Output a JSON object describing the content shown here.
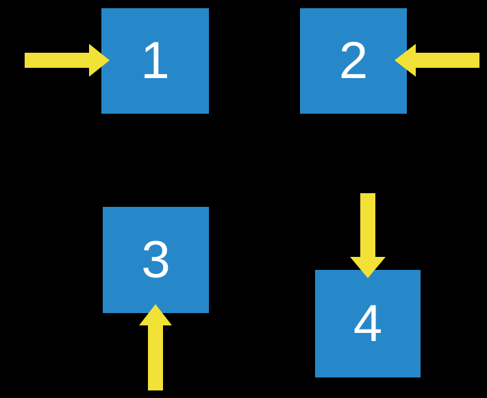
{
  "diagram": {
    "background_color": "#000000",
    "squares": [
      {
        "label": "1",
        "arrow": "arrow pointing right into left side of square"
      },
      {
        "label": "2",
        "arrow": "arrow pointing left into right side of square"
      },
      {
        "label": "3",
        "arrow": "arrow pointing up into bottom side of square"
      },
      {
        "label": "4",
        "arrow": "arrow pointing down into top side of square"
      }
    ],
    "colors": {
      "square": "#2788C9",
      "arrow": "#F2E136",
      "label": "#FFFFFF"
    }
  }
}
